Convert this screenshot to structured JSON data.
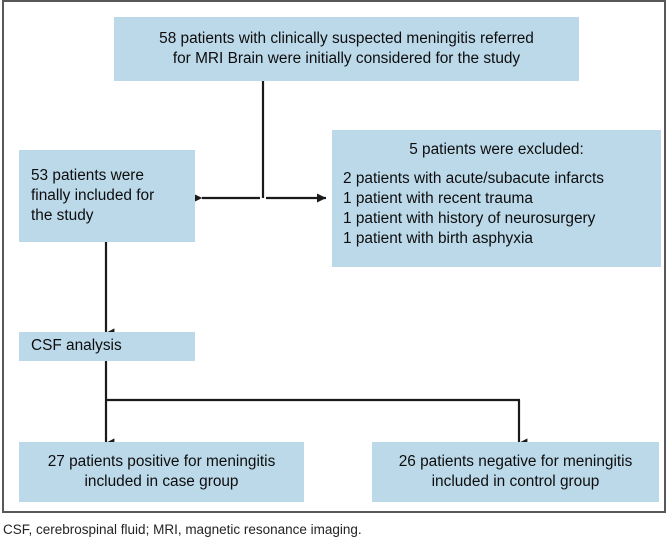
{
  "figure": {
    "type": "flowchart",
    "box_fill_color": "#bcd9ea",
    "frame_color": "#58585b",
    "connector_color": "#1a1a1a",
    "nodes": {
      "screened": {
        "lines": [
          "58 patients with clinically suspected meningitis referred",
          "for MRI Brain were initially considered for the study"
        ]
      },
      "included": {
        "lines": [
          "53 patients were",
          "finally included for",
          "the study"
        ]
      },
      "excluded": {
        "header": "5 patients were excluded:",
        "items": [
          "2 patients with acute/subacute infarcts",
          "1 patient with recent trauma",
          "1 patient with history of neurosurgery",
          "1 patient with birth asphyxia"
        ]
      },
      "csf": {
        "lines": [
          "CSF analysis"
        ]
      },
      "case_group": {
        "lines": [
          "27 patients positive for meningitis",
          "included in case group"
        ]
      },
      "control_group": {
        "lines": [
          "26 patients negative for meningitis",
          "included in control group"
        ]
      }
    }
  },
  "caption": {
    "text": "CSF, cerebrospinal fluid; MRI, magnetic resonance imaging."
  }
}
